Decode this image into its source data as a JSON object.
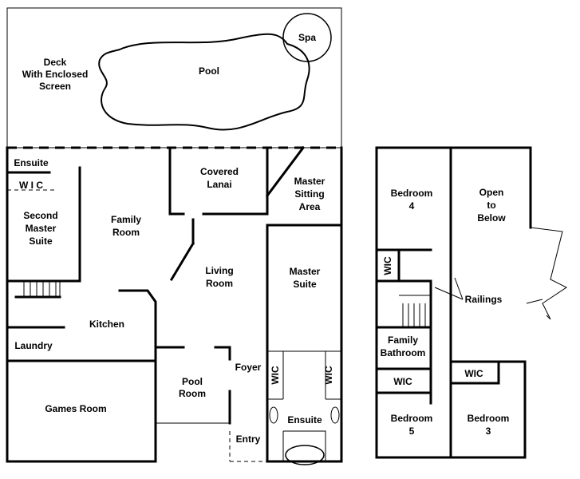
{
  "labels": {
    "spa": "Spa",
    "pool": "Pool",
    "deck": [
      "Deck",
      "With Enclosed",
      "Screen"
    ],
    "ensuite_top": "Ensuite",
    "wic_second": "W I C",
    "second_master": [
      "Second",
      "Master",
      "Suite"
    ],
    "family_room": [
      "Family",
      "Room"
    ],
    "covered_lanai": [
      "Covered",
      "Lanai"
    ],
    "master_sitting": [
      "Master",
      "Sitting",
      "Area"
    ],
    "living_room": [
      "Living",
      "Room"
    ],
    "master_suite": [
      "Master",
      "Suite"
    ],
    "kitchen": "Kitchen",
    "laundry": "Laundry",
    "games_room": "Games Room",
    "pool_room": [
      "Pool",
      "Room"
    ],
    "foyer": "Foyer",
    "entry": "Entry",
    "wic_master_left": "WIC",
    "wic_master_right": "WIC",
    "ensuite_master": "Ensuite",
    "bedroom4": [
      "Bedroom",
      "4"
    ],
    "open_below": [
      "Open",
      "to",
      "Below"
    ],
    "wic_upper_vertical": "WIC",
    "railings": "Railings",
    "family_bathroom": [
      "Family",
      "Bathroom"
    ],
    "wic_upper_small": "WIC",
    "wic_bed3": "WIC",
    "bedroom5": [
      "Bedroom",
      "5"
    ],
    "bedroom3": [
      "Bedroom",
      "3"
    ]
  }
}
